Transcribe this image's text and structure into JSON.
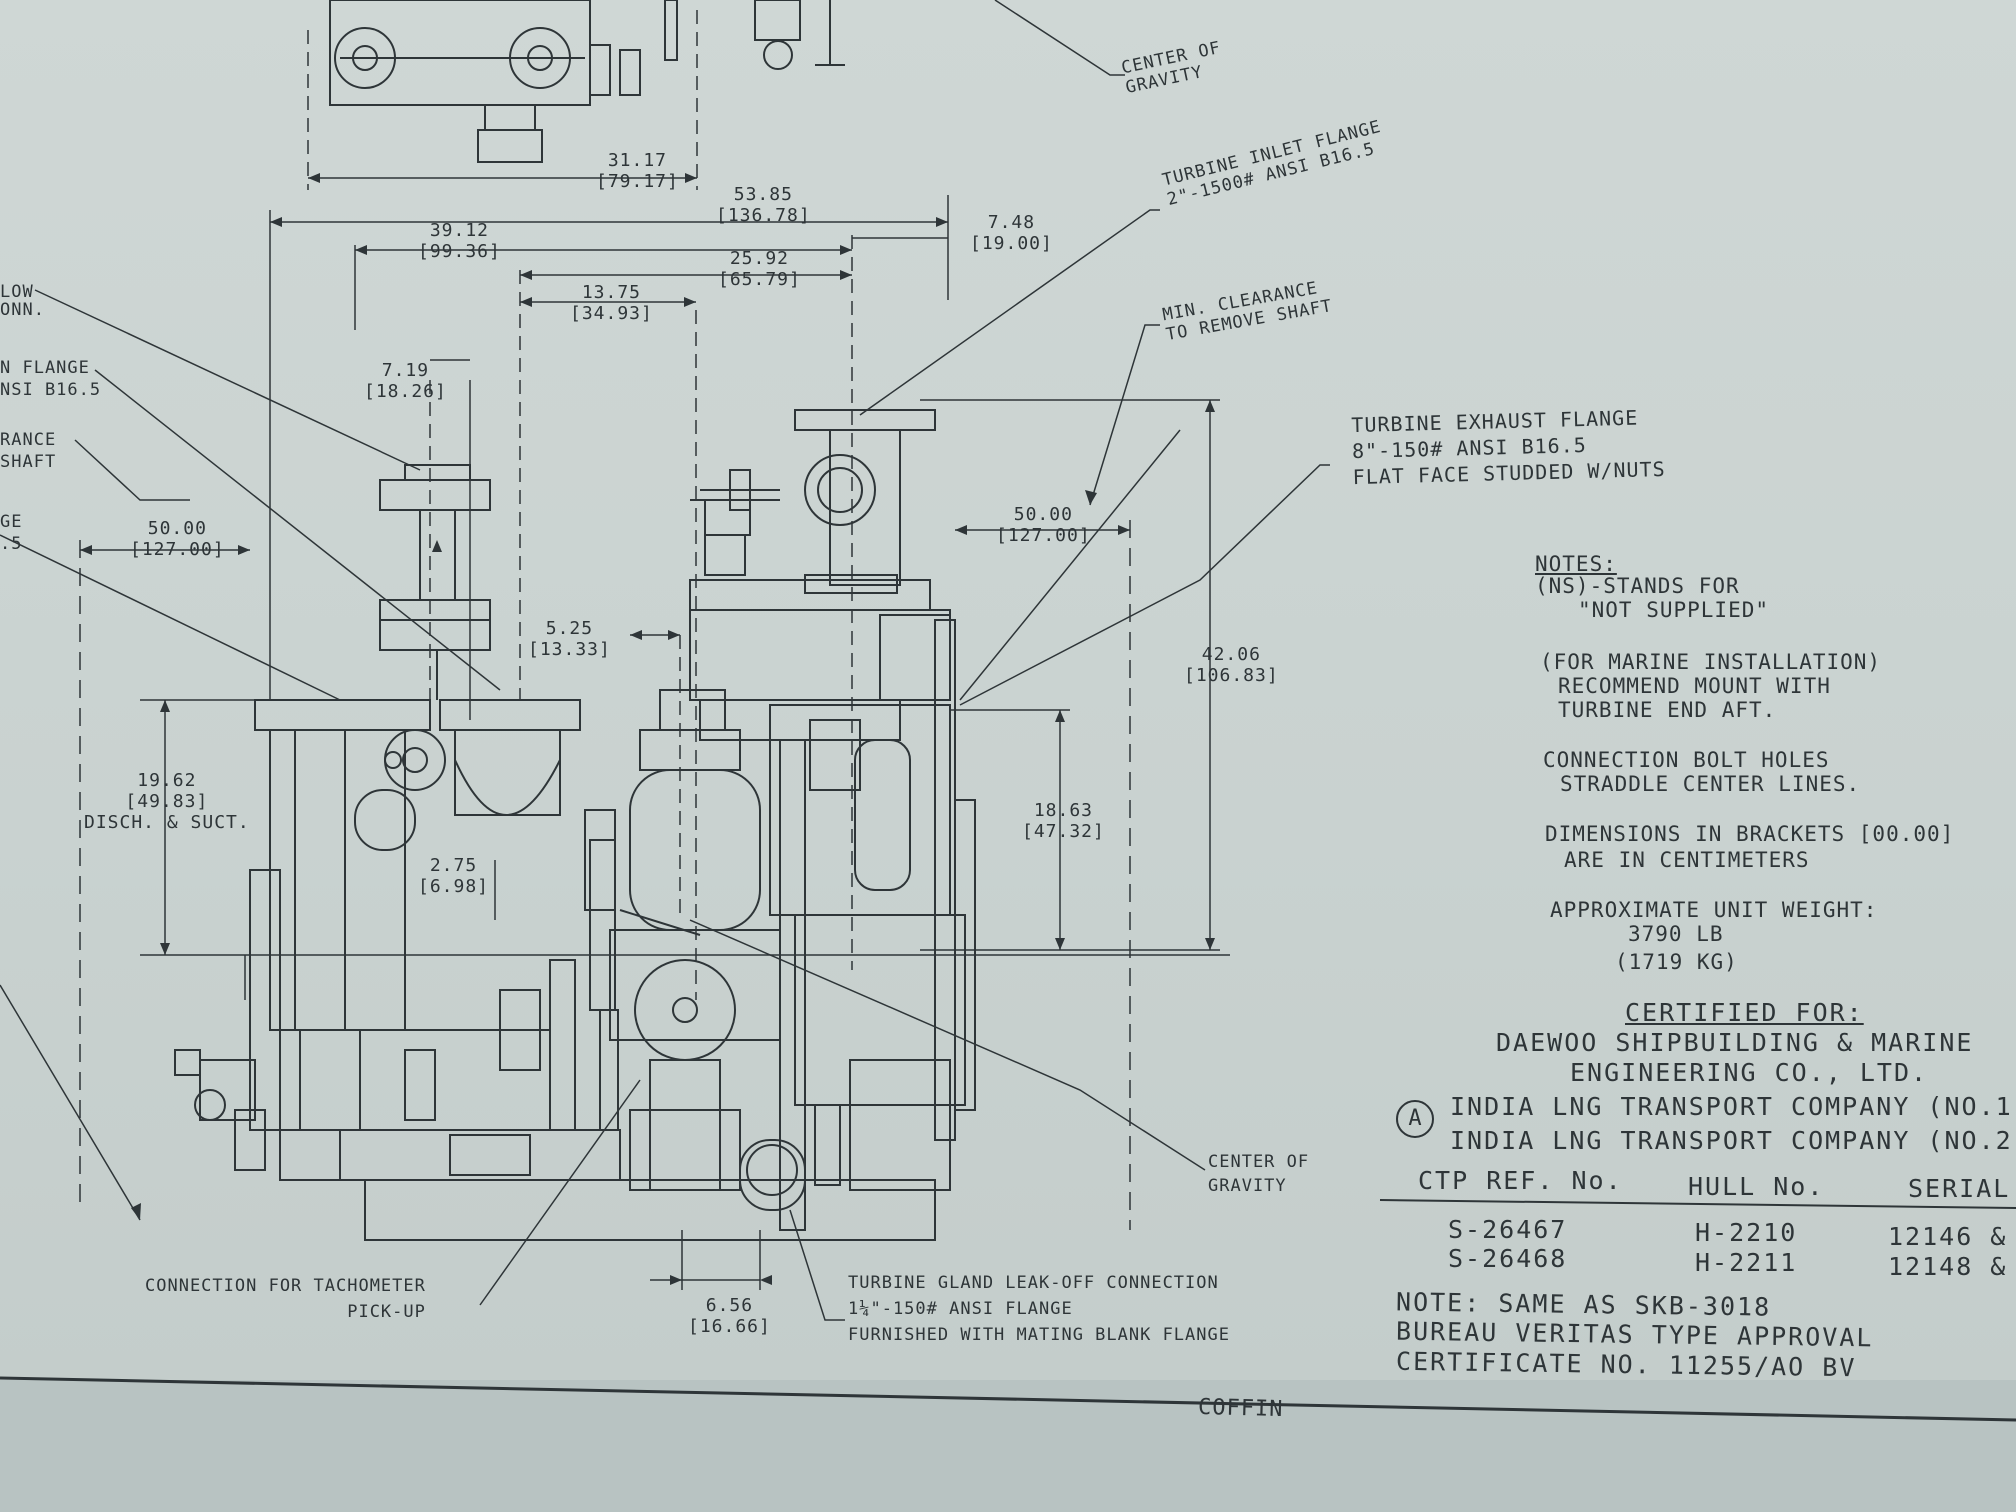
{
  "callouts": {
    "center_of_gravity_top": [
      "CENTER OF",
      "GRAVITY"
    ],
    "turbine_inlet_flange": [
      "TURBINE INLET FLANGE",
      "2\"-1500# ANSI B16.5"
    ],
    "min_clearance": [
      "MIN. CLEARANCE",
      "TO REMOVE SHAFT"
    ],
    "turbine_exhaust_flange": [
      "TURBINE EXHAUST FLANGE",
      "8\"-150# ANSI B16.5",
      "FLAT FACE STUDDED W/NUTS"
    ],
    "center_of_gravity_bottom": [
      "CENTER OF",
      "GRAVITY"
    ],
    "tachometer": [
      "CONNECTION FOR TACHOMETER",
      "PICK-UP"
    ],
    "gland_leakoff": [
      "TURBINE GLAND LEAK-OFF CONNECTION",
      "1¼\"-150# ANSI FLANGE",
      "FURNISHED WITH MATING BLANK FLANGE"
    ],
    "left_cut": [
      "LOW",
      "ONN.",
      "N FLANGE",
      "NSI B16.5",
      "RANCE",
      "SHAFT",
      "GE",
      ".5"
    ]
  },
  "dimensions": {
    "d31_17": [
      "31.17",
      "[79.17]"
    ],
    "d53_85": [
      "53.85",
      "[136.78]"
    ],
    "d7_48": [
      "7.48",
      "[19.00]"
    ],
    "d39_12": [
      "39.12",
      "[99.36]"
    ],
    "d25_92": [
      "25.92",
      "[65.79]"
    ],
    "d13_75": [
      "13.75",
      "[34.93]"
    ],
    "d7_19": [
      "7.19",
      "[18.26]"
    ],
    "d50_left": [
      "50.00",
      "[127.00]"
    ],
    "d50_right": [
      "50.00",
      "[127.00]"
    ],
    "d42_06": [
      "42.06",
      "[106.83]"
    ],
    "d5_25": [
      "5.25",
      "[13.33]"
    ],
    "d19_62": [
      "19.62",
      "[49.83]",
      "DISCH. & SUCT."
    ],
    "d18_63": [
      "18.63",
      "[47.32]"
    ],
    "d2_75": [
      "2.75",
      "[6.98]"
    ],
    "d6_56": [
      "6.56",
      "[16.66]"
    ]
  },
  "notes": {
    "heading": "NOTES:",
    "lines": [
      "(NS)-STANDS FOR",
      "\"NOT SUPPLIED\"",
      "(FOR MARINE INSTALLATION)",
      "RECOMMEND MOUNT WITH",
      "TURBINE END AFT.",
      "CONNECTION BOLT HOLES",
      "STRADDLE CENTER LINES.",
      "DIMENSIONS IN BRACKETS [00.00]",
      "ARE IN CENTIMETERS",
      "APPROXIMATE UNIT WEIGHT:",
      "3790 LB",
      "(1719 KG)"
    ]
  },
  "certification": {
    "heading": "CERTIFIED FOR:",
    "company_lines": [
      "DAEWOO SHIPBUILDING & MARINE",
      "ENGINEERING CO., LTD."
    ],
    "revision_mark": "A",
    "customers": [
      "INDIA LNG TRANSPORT COMPANY (NO.1",
      "INDIA LNG TRANSPORT COMPANY (NO.2"
    ],
    "table": {
      "headers": [
        "CTP REF. No.",
        "HULL No.",
        "SERIAL"
      ],
      "rows": [
        [
          "S-26467",
          "H-2210",
          "12146 &"
        ],
        [
          "S-26468",
          "H-2211",
          "12148 &"
        ]
      ]
    },
    "note_lines": [
      "NOTE: SAME AS SKB-3018",
      "BUREAU VERITAS TYPE APPROVAL",
      "CERTIFICATE NO. 11255/AO BV"
    ]
  },
  "footer_label": "COFFIN"
}
